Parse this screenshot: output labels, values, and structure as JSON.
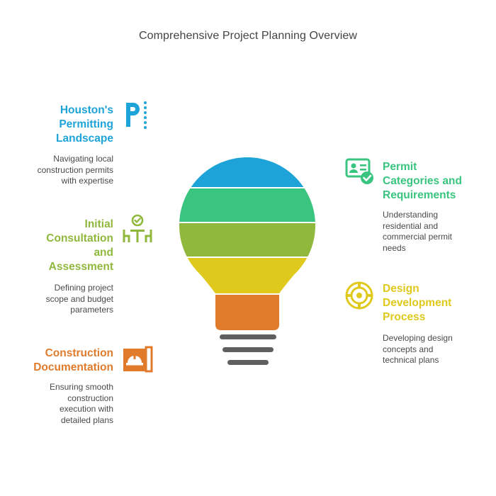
{
  "title": "Comprehensive Project Planning Overview",
  "colors": {
    "blue": "#1ea3d8",
    "green": "#39c57f",
    "lime": "#8fb83c",
    "yellow": "#dfc91c",
    "orange": "#e07b2c",
    "gray": "#5f5f5f"
  },
  "items": [
    {
      "heading": "Houston's\nPermitting\nLandscape",
      "description": "Navigating local\nconstruction permits\nwith expertise",
      "icon": "parking-sign-icon"
    },
    {
      "heading": "Permit\nCategories and\nRequirements",
      "description": "Understanding\nresidential and\ncommercial permit\nneeds",
      "icon": "id-card-check-icon"
    },
    {
      "heading": "Initial\nConsultation\nand\nAssessment",
      "description": "Defining project\nscope and budget\nparameters",
      "icon": "meeting-table-icon"
    },
    {
      "heading": "Design\nDevelopment\nProcess",
      "description": "Developing design\nconcepts and\ntechnical plans",
      "icon": "target-gear-icon"
    },
    {
      "heading": "Construction\nDocumentation",
      "description": "Ensuring smooth\nconstruction\nexecution with\ndetailed plans",
      "icon": "hard-hat-blueprint-icon"
    }
  ]
}
